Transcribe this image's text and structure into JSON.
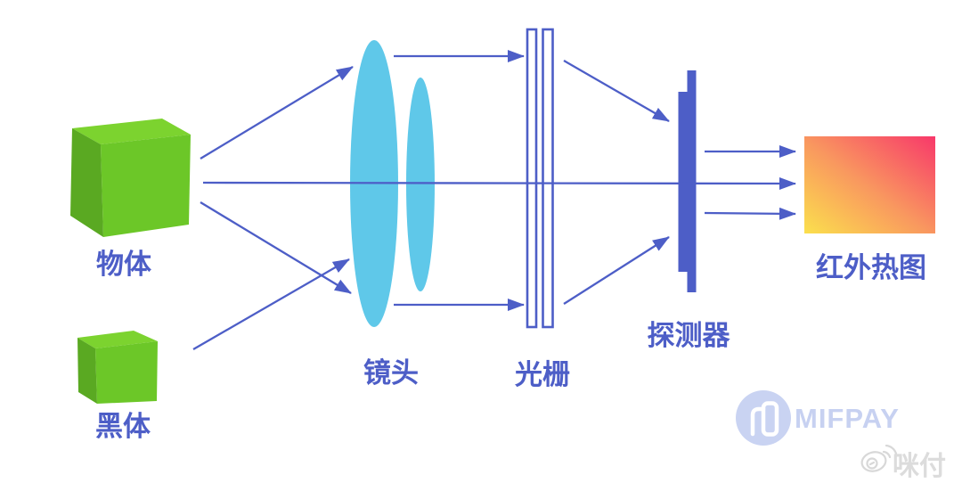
{
  "diagram": {
    "nodes": {
      "object": {
        "label": "物体"
      },
      "blackbody": {
        "label": "黑体"
      },
      "lens": {
        "label": "镜头"
      },
      "grating": {
        "label": "光栅"
      },
      "detector": {
        "label": "探测器"
      },
      "thermal_image": {
        "label": "红外热图"
      }
    },
    "colors": {
      "line_and_label": "#4d5ec7",
      "lens_fill": "#5fc8e9",
      "cube_top": "#7cd32f",
      "cube_front": "#6cc728",
      "cube_side": "#5aa922",
      "thermal_gradient": [
        "#fbe04d",
        "#f9985f",
        "#f8386a"
      ],
      "watermark_blue": "#c7d1f1",
      "watermark_gray": "#dcdcdc"
    },
    "icons": [
      "mifpay-logo-icon",
      "weibo-icon"
    ]
  },
  "watermark": {
    "brand": "MIFPAY",
    "account": "咪付"
  }
}
